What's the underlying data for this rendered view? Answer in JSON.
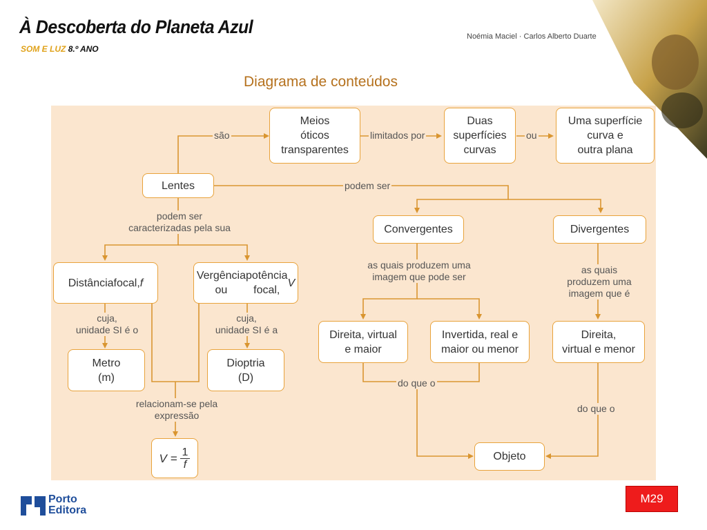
{
  "header": {
    "book_title": "À Descoberta do Planeta Azul",
    "book_subtitle_accent": "SOM E LUZ",
    "book_subtitle_grade": "8.º ANO",
    "authors": "Noémia Maciel · Carlos Alberto Duarte"
  },
  "section_title": "Diagrama de conteúdos",
  "diagram": {
    "nodes": {
      "meios": "Meios\nóticos\ntransparentes",
      "duas": "Duas\nsuperfícies\ncurvas",
      "uma": "Uma superfície\ncurva e\noutra plana",
      "lentes": "Lentes",
      "convergentes": "Convergentes",
      "divergentes": "Divergentes",
      "distancia_a": "Distância",
      "distancia_b": "focal, ",
      "distancia_var": "f",
      "vergencia_a": "Vergência ou",
      "vergencia_b": "potência focal, ",
      "vergencia_var": "V",
      "metro": "Metro\n(m)",
      "dioptria": "Dioptria\n(D)",
      "direita_virtual_maior": "Direita, virtual\ne maior",
      "invertida": "Invertida, real e\nmaior ou menor",
      "direita_virtual_menor": "Direita,\nvirtual e menor",
      "objeto": "Objeto",
      "formula_lhs": "V =",
      "formula_num": "1",
      "formula_den": "f"
    },
    "labels": {
      "sao": "são",
      "limitados_por": "limitados por",
      "ou": "ou",
      "podem_ser": "podem ser",
      "podem_ser_caracterizadas": "podem ser\ncaracterizadas pela sua",
      "conv_produzem": "as quais produzem uma\nimagem que pode ser",
      "div_produzem": "as quais\nproduzem uma\nimagem que é",
      "cuja_unidade_o": "cuja,\nunidade SI é o",
      "cuja_unidade_a": "cuja,\nunidade SI é a",
      "relacionam": "relacionam-se pela\nexpressão",
      "do_que_o_1": "do que o",
      "do_que_o_2": "do que o"
    }
  },
  "footer": {
    "publisher": "Porto\nEditora",
    "slide_code": "M29"
  },
  "colors": {
    "panel_bg": "#fbe6cf",
    "box_border": "#e8a23a",
    "arrow": "#d99530",
    "title": "#b5711d",
    "badge": "#ee1c1c",
    "publisher_blue": "#1f4e9b"
  }
}
